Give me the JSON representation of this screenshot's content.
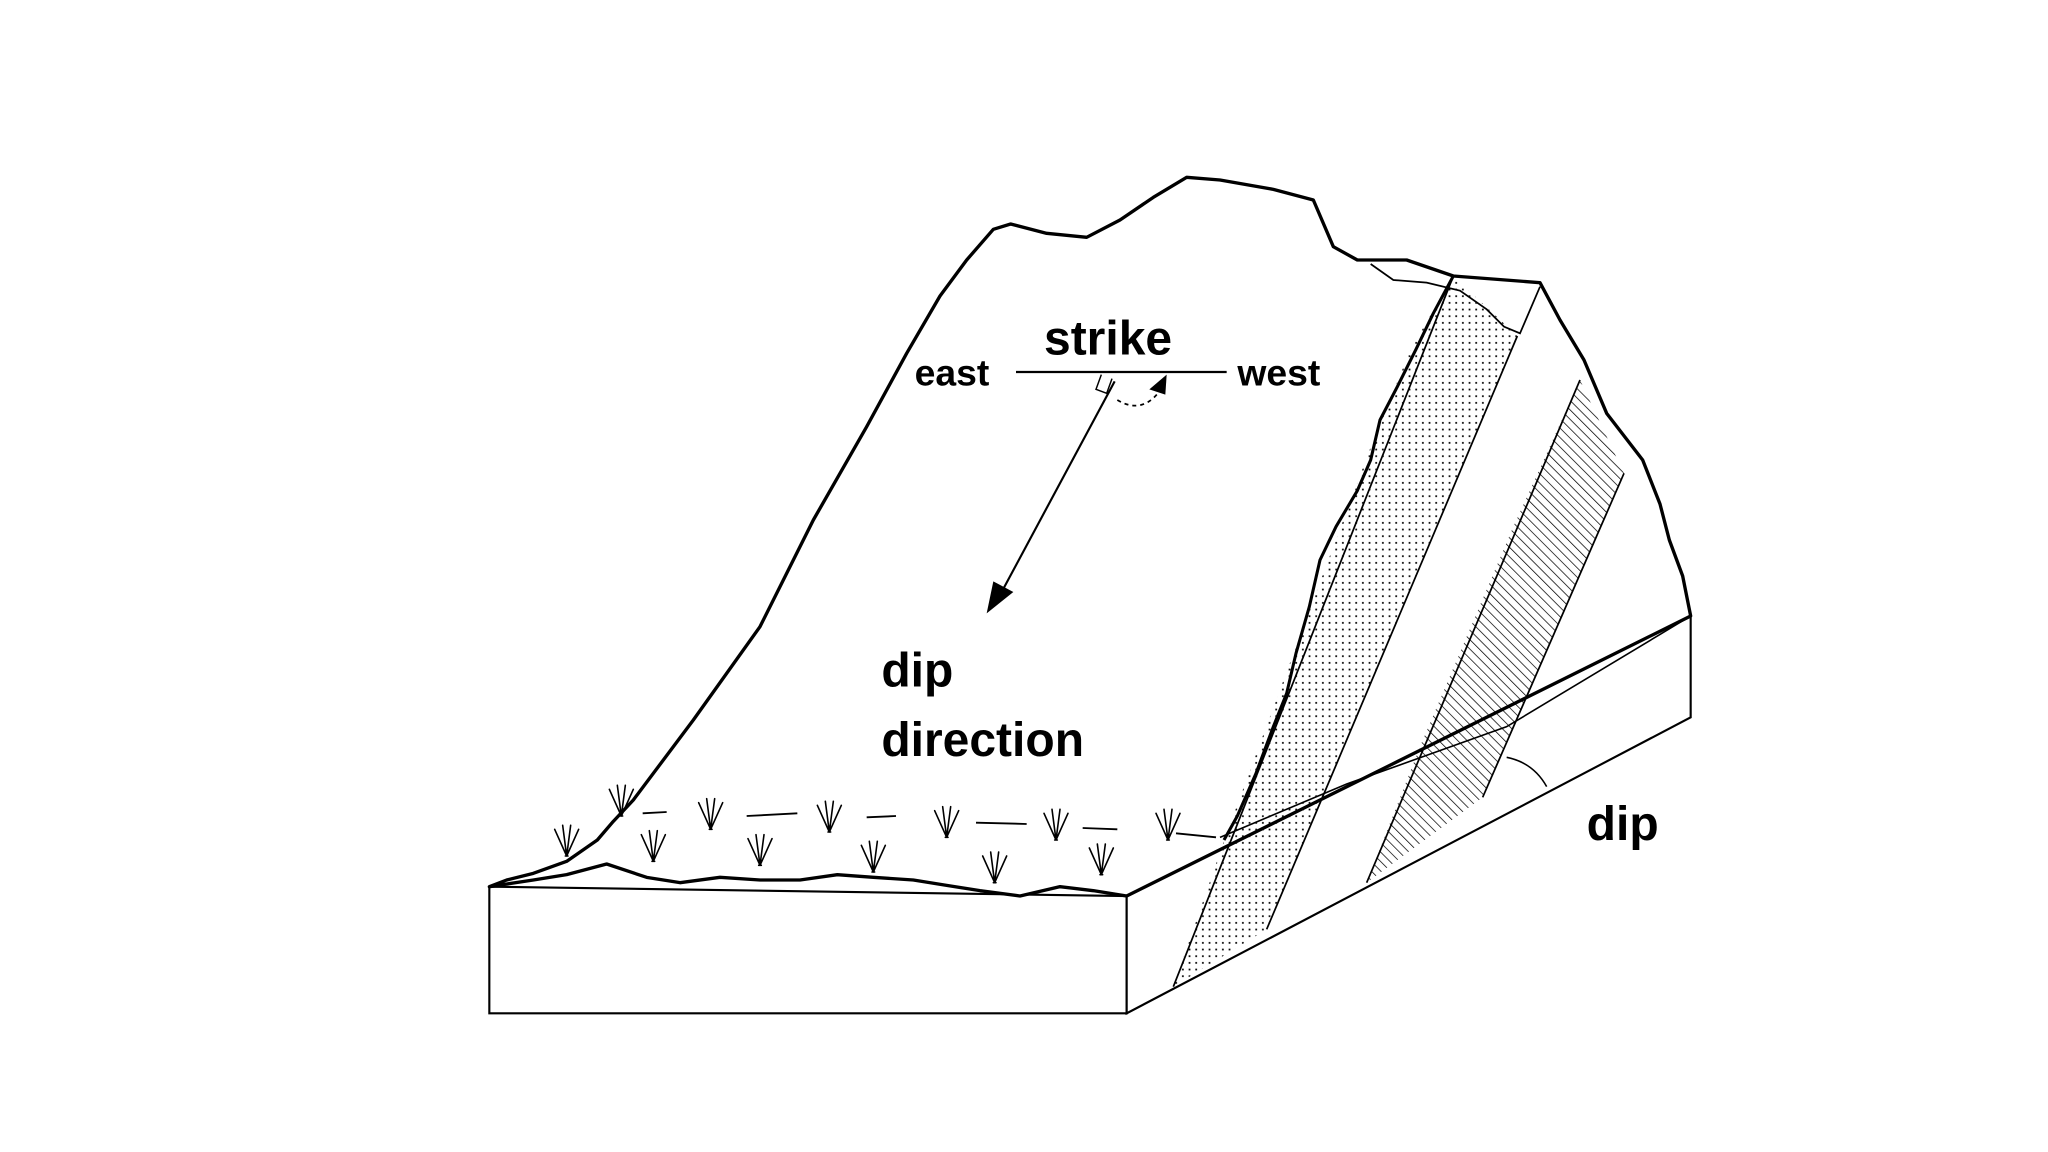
{
  "labels": {
    "strike": "strike",
    "east": "east",
    "west": "west",
    "dip_direction_line1": "dip",
    "dip_direction_line2": "direction",
    "dip": "dip"
  },
  "colors": {
    "line": "#000000",
    "background": "#ffffff"
  }
}
